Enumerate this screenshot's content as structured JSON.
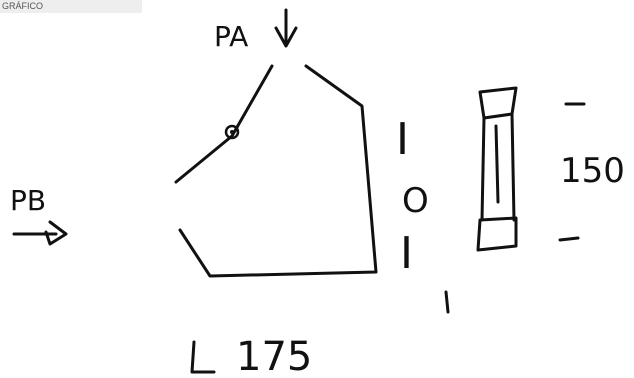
{
  "header": {
    "label": "GRÁFICO"
  },
  "sketch": {
    "force_a_label": "PA",
    "force_b_label": "PB",
    "dimension_height": "150",
    "dimension_base": "175",
    "bar_labels": [
      "I",
      "O",
      "I"
    ],
    "ink_color": "#111111"
  }
}
